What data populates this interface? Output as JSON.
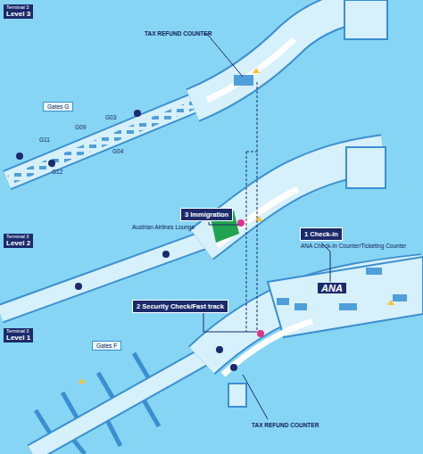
{
  "diagram": {
    "nodes": [
      {
        "text": [
          "Terminal 3",
          "Level 3"
        ]
      },
      {
        "text": [
          "Terminal 3",
          "Level 2"
        ]
      },
      {
        "text": [
          "Terminal 3",
          "Level 1"
        ]
      },
      {
        "text": [
          "3 Immigration"
        ]
      },
      {
        "text": [
          "1 Check-in"
        ]
      },
      {
        "text": [
          "2 Security Check/Fast track"
        ]
      }
    ],
    "labels": [
      "TAX REFUND COUNTER",
      "Gates G",
      "G03",
      "G09",
      "G11",
      "G04",
      "G12",
      "Austrian Airlines Lounge",
      "ANA Check-In Counter/Ticketing Counter",
      "ANA",
      "Gates F",
      "TAX REFUND COUNTER"
    ]
  }
}
